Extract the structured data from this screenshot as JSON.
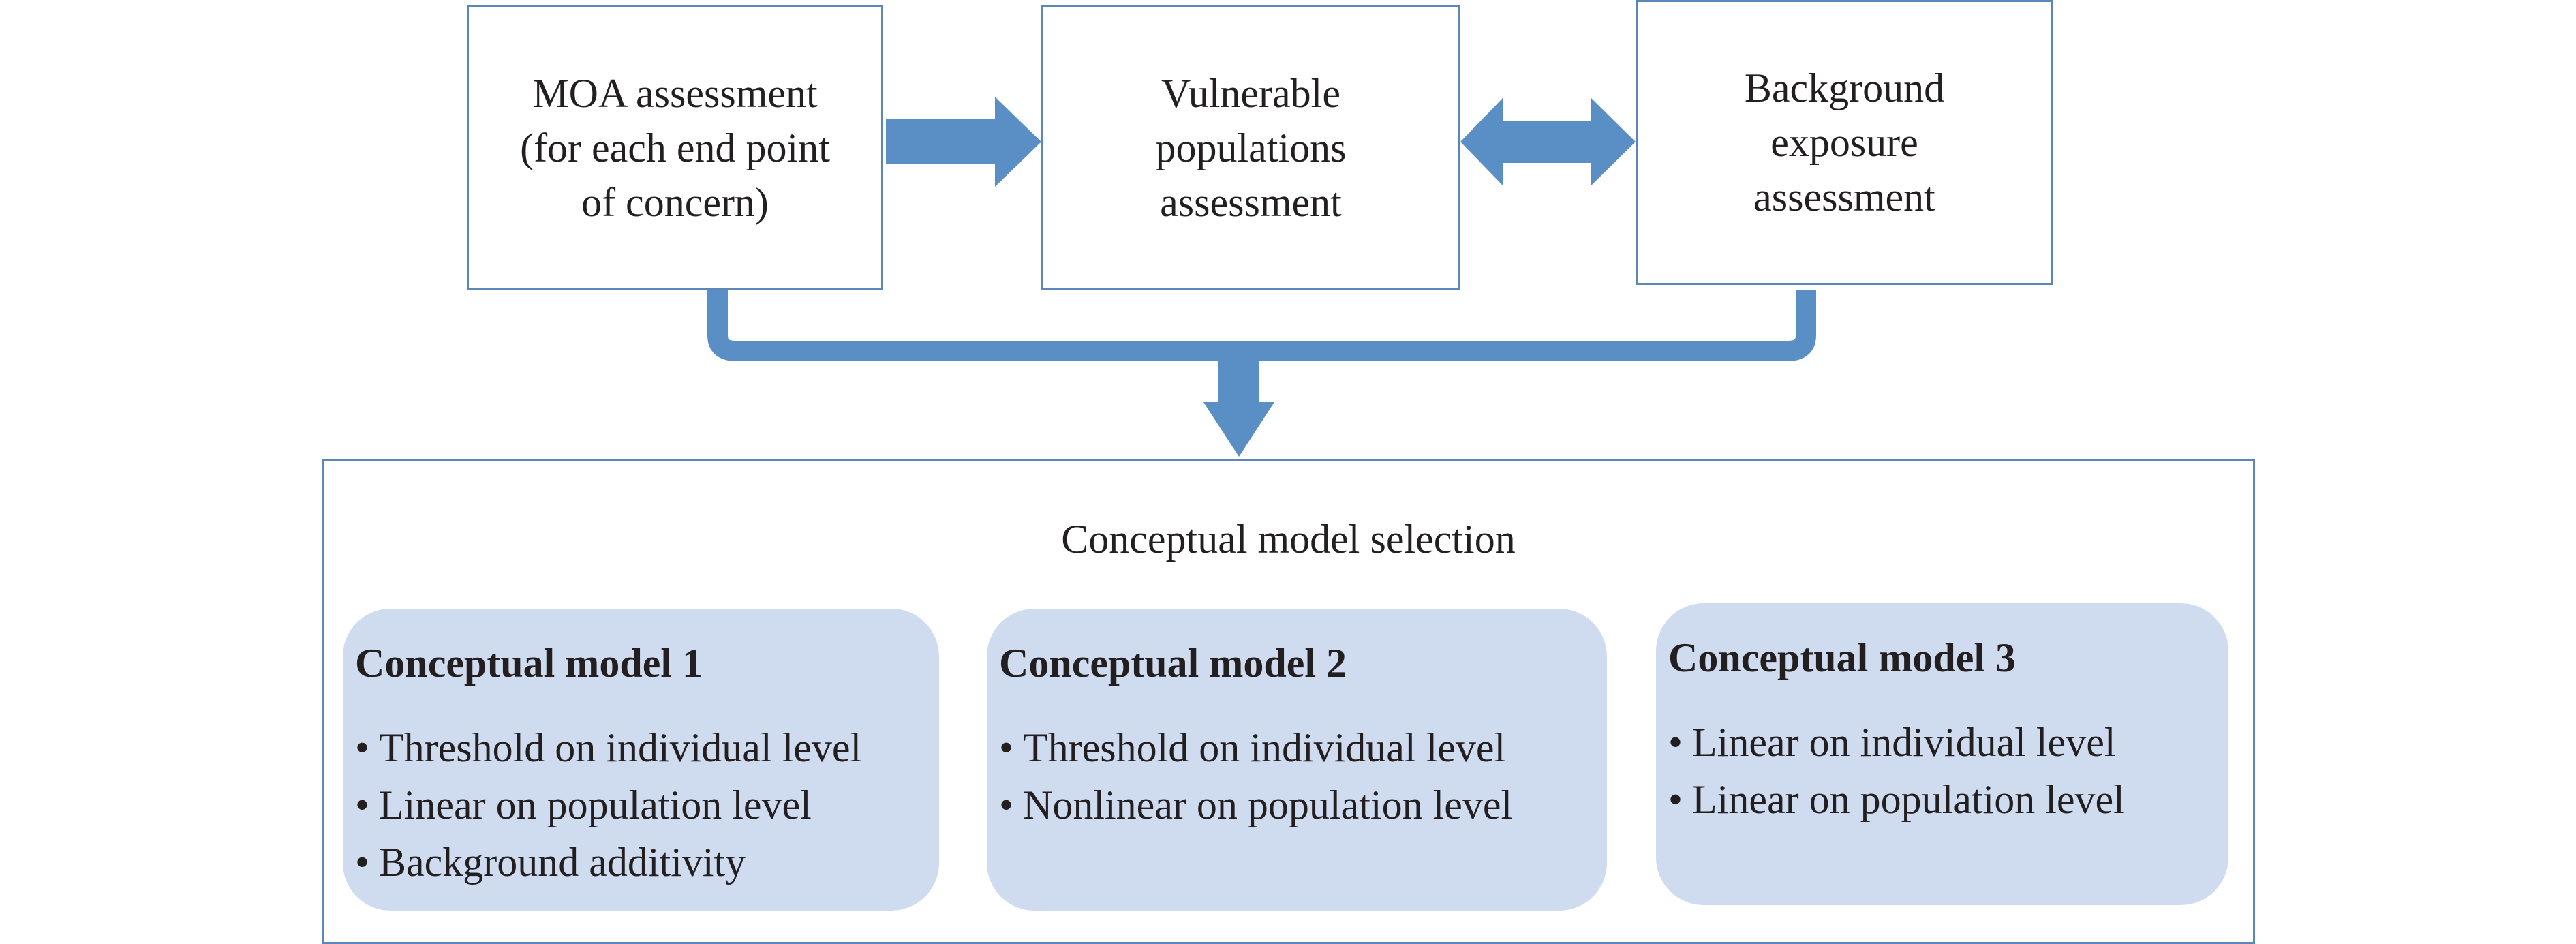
{
  "colors": {
    "arrow": "#5a8fc6",
    "box_border": "#5a86b8",
    "model_fill": "#cfdbee",
    "text": "#231f20"
  },
  "boxes": {
    "moa": {
      "lines": [
        "MOA assessment",
        "(for each end point",
        "of concern)"
      ]
    },
    "vulnerable": {
      "lines": [
        "Vulnerable",
        "populations",
        "assessment"
      ]
    },
    "background": {
      "lines": [
        "Background",
        "exposure",
        "assessment"
      ]
    }
  },
  "arrows": [
    {
      "from": "moa",
      "to": "vulnerable",
      "icon": "right-arrow-icon"
    },
    {
      "from": "vulnerable",
      "to": "background",
      "icon": "double-arrow-icon",
      "bidirectional": true
    },
    {
      "from": [
        "moa",
        "background"
      ],
      "to": "conceptual_model_selection",
      "icon": "merge-arrow-icon"
    }
  ],
  "selection": {
    "title": "Conceptual model selection",
    "models": [
      {
        "title": "Conceptual model 1",
        "items": [
          "Threshold on individual level",
          "Linear on population level",
          "Background additivity"
        ]
      },
      {
        "title": "Conceptual model 2",
        "items": [
          "Threshold on individual level",
          "Nonlinear on population level"
        ]
      },
      {
        "title": "Conceptual model 3",
        "items": [
          "Linear on individual level",
          "Linear on population level"
        ]
      }
    ],
    "bullet": "•"
  }
}
